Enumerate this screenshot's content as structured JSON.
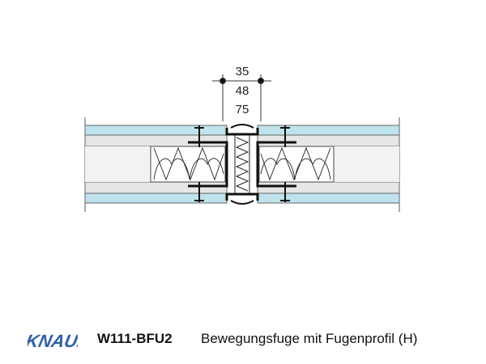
{
  "dimensions": [
    "35",
    "48",
    "75"
  ],
  "footer": {
    "logo_text": "KNAUF",
    "code": "W111-BFU2",
    "title": "Bewegungsfuge mit Fugenprofil (H)"
  },
  "colors": {
    "board": "#bfe3ec",
    "board_inner": "#e6e6e6",
    "insulation": "#ffffff",
    "profile": "#111111",
    "logo": "#2f5fa8",
    "line": "#555555"
  }
}
